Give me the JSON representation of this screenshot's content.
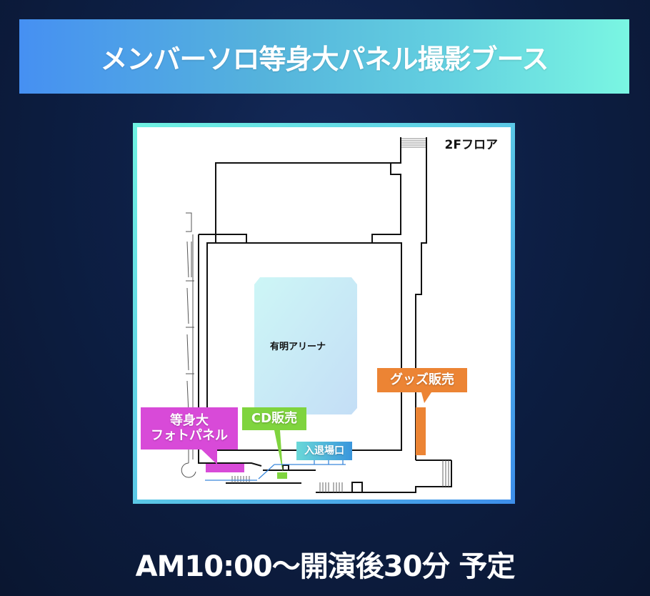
{
  "header": {
    "title": "メンバーソロ等身大パネル撮影ブース",
    "gradient_start": "#4690f2",
    "gradient_end": "#7af6e2"
  },
  "map": {
    "floor_label": "2Fフロア",
    "venue_label": "有明アリーナ",
    "frame_colors": [
      "#70f2e2",
      "#3d8eea"
    ],
    "markers": {
      "goods": {
        "label": "グッズ販売",
        "color": "#ec8434"
      },
      "photo_panel": {
        "line1": "等身大",
        "line2": "フォトパネル",
        "color": "#d84ad8"
      },
      "cd": {
        "label": "CD販売",
        "color": "#7fd43e"
      },
      "entrance": {
        "label": "入退場口",
        "color": "#3a96dc"
      }
    }
  },
  "footer": {
    "schedule": "AM10:00～開演後30分 予定"
  }
}
